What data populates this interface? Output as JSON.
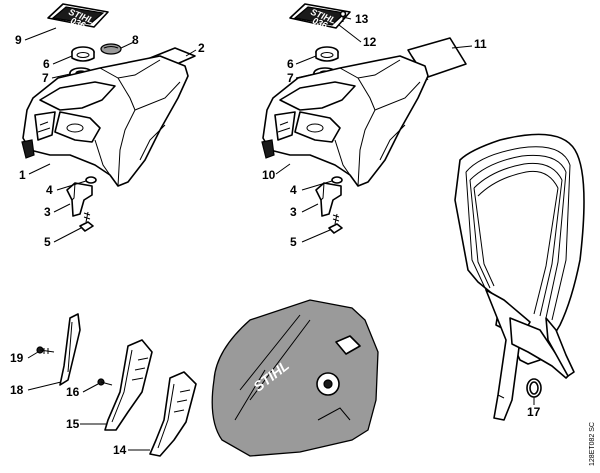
{
  "callouts": {
    "left_top": {
      "n9": "9",
      "n8": "8",
      "n2": "2",
      "n6": "6",
      "n7": "7",
      "n1": "1",
      "n4": "4",
      "n3": "3",
      "n5": "5"
    },
    "right_top": {
      "n13": "13",
      "n12": "12",
      "n11": "11",
      "n6": "6",
      "n7": "7",
      "n10": "10",
      "n4": "4",
      "n3": "3",
      "n5": "5"
    },
    "bottom": {
      "n19": "19",
      "n18": "18",
      "n16": "16",
      "n15": "15",
      "n14": "14",
      "n17": "17"
    }
  },
  "logos": {
    "decal_left": "STIHL",
    "decal_left_model": "036",
    "decal_right": "STIHL",
    "decal_right_model": "036",
    "sprocket_cover": "STIHL"
  },
  "reference_code": "128ET082 SC"
}
